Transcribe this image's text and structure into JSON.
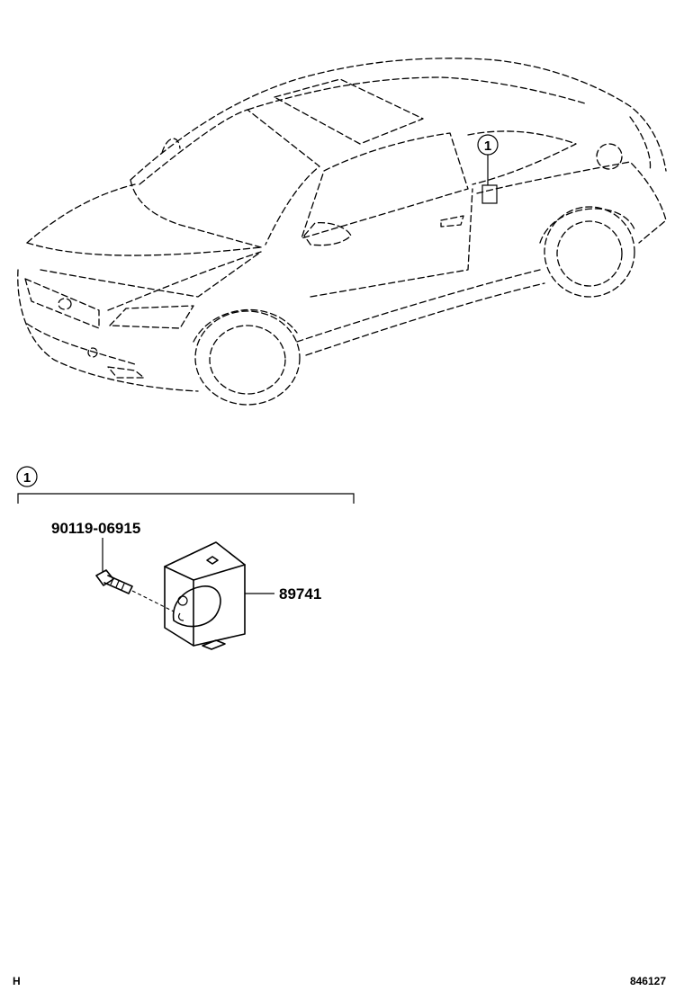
{
  "diagram": {
    "callout_number": "1",
    "parts": [
      {
        "part_number": "90119-06915"
      },
      {
        "part_number": "89741"
      }
    ],
    "footer_left": "H",
    "footer_right": "846127"
  }
}
